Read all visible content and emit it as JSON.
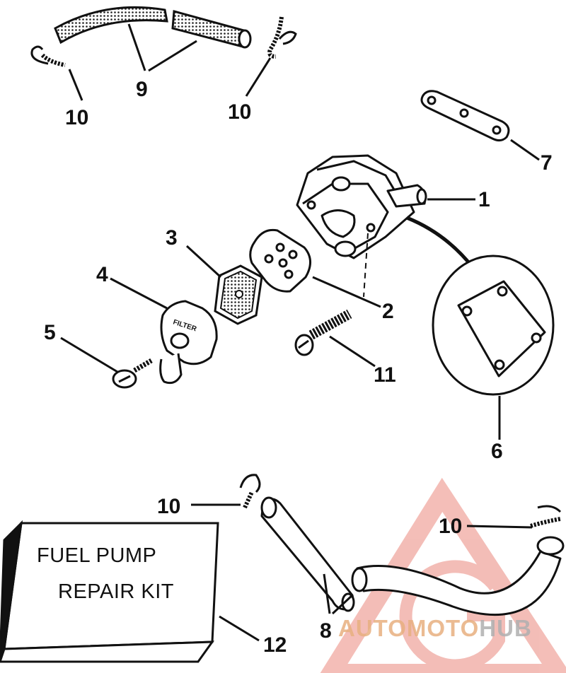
{
  "diagram": {
    "callouts": {
      "c1": "1",
      "c2": "2",
      "c3": "3",
      "c4": "4",
      "c5": "5",
      "c6": "6",
      "c7": "7",
      "c8": "8",
      "c9": "9",
      "c10a": "10",
      "c10b": "10",
      "c10c": "10",
      "c10d": "10",
      "c11": "11",
      "c12": "12"
    },
    "kit_box": {
      "line1": "FUEL PUMP",
      "line2": "REPAIR KIT"
    },
    "filter_text": "FILTER"
  },
  "watermark": {
    "part1": "AUTOMOTO",
    "part2": "HUB",
    "color_primary": "#f0b0a8",
    "color_secondary": "#b8b8b8",
    "color_accent": "#e8c070"
  }
}
